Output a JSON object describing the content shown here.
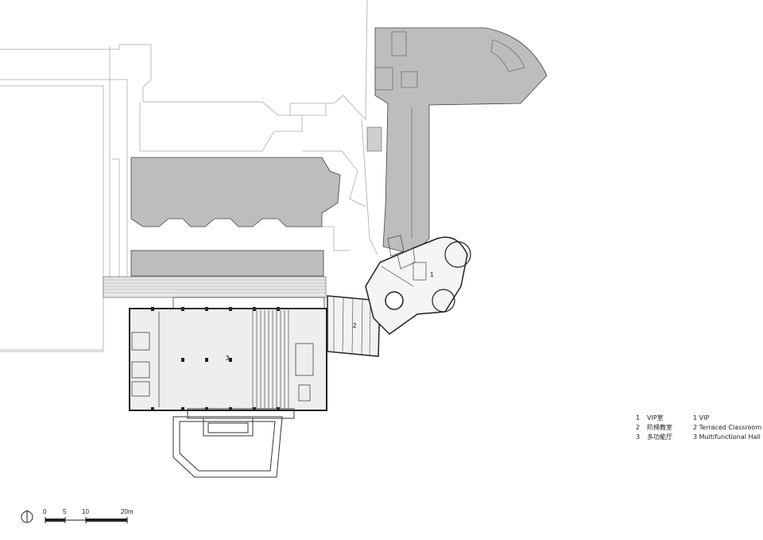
{
  "rooms": [
    {
      "number": "1"
    },
    {
      "number": "2"
    },
    {
      "number": "3"
    }
  ],
  "legend": [
    {
      "number": "1",
      "cn": "VIP室",
      "en": "1 VIP"
    },
    {
      "number": "2",
      "cn": "阶梯教室",
      "en": "2 Terraced Classroom"
    },
    {
      "number": "3",
      "cn": "多功能厅",
      "en": "3 Multifunctional Hall"
    }
  ],
  "scale_bar": {
    "ticks": [
      "0",
      "5",
      "10",
      "20m"
    ]
  },
  "colors": {
    "shaded_building": "#bdbdbd",
    "interior_floor": "#eeeeee",
    "line": "#333333",
    "context_line": "#bbbbbb"
  },
  "icons": {
    "north": "north-arrow-icon"
  }
}
